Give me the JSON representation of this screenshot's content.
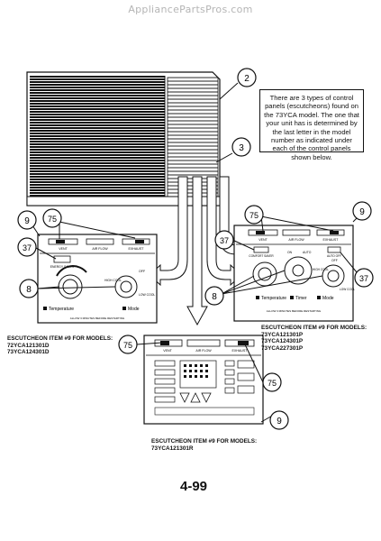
{
  "watermark": "AppliancePartsPros.com",
  "note_text": "There are 3 types of control panels (escutcheons) found on the 73YCA model. The one that your unit has is determined by the last letter in the model number as indicated under each of the control panels shown below.",
  "callouts": {
    "c2": "2",
    "c3": "3",
    "left_9": "9",
    "left_75": "75",
    "left_37": "37",
    "left_8": "8",
    "right_75": "75",
    "right_9": "9",
    "right_37a": "37",
    "right_37b": "37",
    "right_8": "8",
    "bottom_75a": "75",
    "bottom_75b": "75",
    "bottom_9": "9"
  },
  "panel_left": {
    "vent": "VENT",
    "airflow": "AIR FLOW",
    "exhaust": "EXHAUST",
    "energy_saver": "ENERGY SAVER",
    "temperature": "Temperature",
    "mode": "Mode",
    "off": "OFF",
    "high_cool": "HIGH COOL",
    "low_cool": "LOW COOL",
    "allow": "ALLOW 3 MINUTES BEFORE RESTARTING"
  },
  "panel_right": {
    "vent": "VENT",
    "airflow": "AIR FLOW",
    "exhaust": "EXHAUST",
    "comfort": "COMFORT SAVER",
    "auto_off": "AUTO OFF",
    "on": "ON",
    "auto": "AUTO",
    "temperature": "Temperature",
    "timer": "Timer",
    "mode": "Mode",
    "off": "OFF",
    "high_cool": "HIGH COOL",
    "low_cool": "LOW COOL",
    "allow": "ALLOW 3 MINUTES BEFORE RESTARTING"
  },
  "panel_bottom": {
    "vent": "VENT",
    "airflow": "AIR FLOW",
    "exhaust": "EXHAUST"
  },
  "caption_left": {
    "title": "ESCUTCHEON ITEM #9 FOR MODELS:",
    "models": [
      "72YCA121301D",
      "73YCA124301D"
    ]
  },
  "caption_right": {
    "title": "ESCUTCHEON ITEM #9 FOR MODELS:",
    "models": [
      "73YCA121301P",
      "73YCA124301P",
      "73YCA227301P"
    ]
  },
  "caption_bottom": {
    "title": "ESCUTCHEON ITEM #9 FOR MODELS:",
    "models": [
      "73YCA121301R"
    ]
  },
  "page_number": "4-99"
}
